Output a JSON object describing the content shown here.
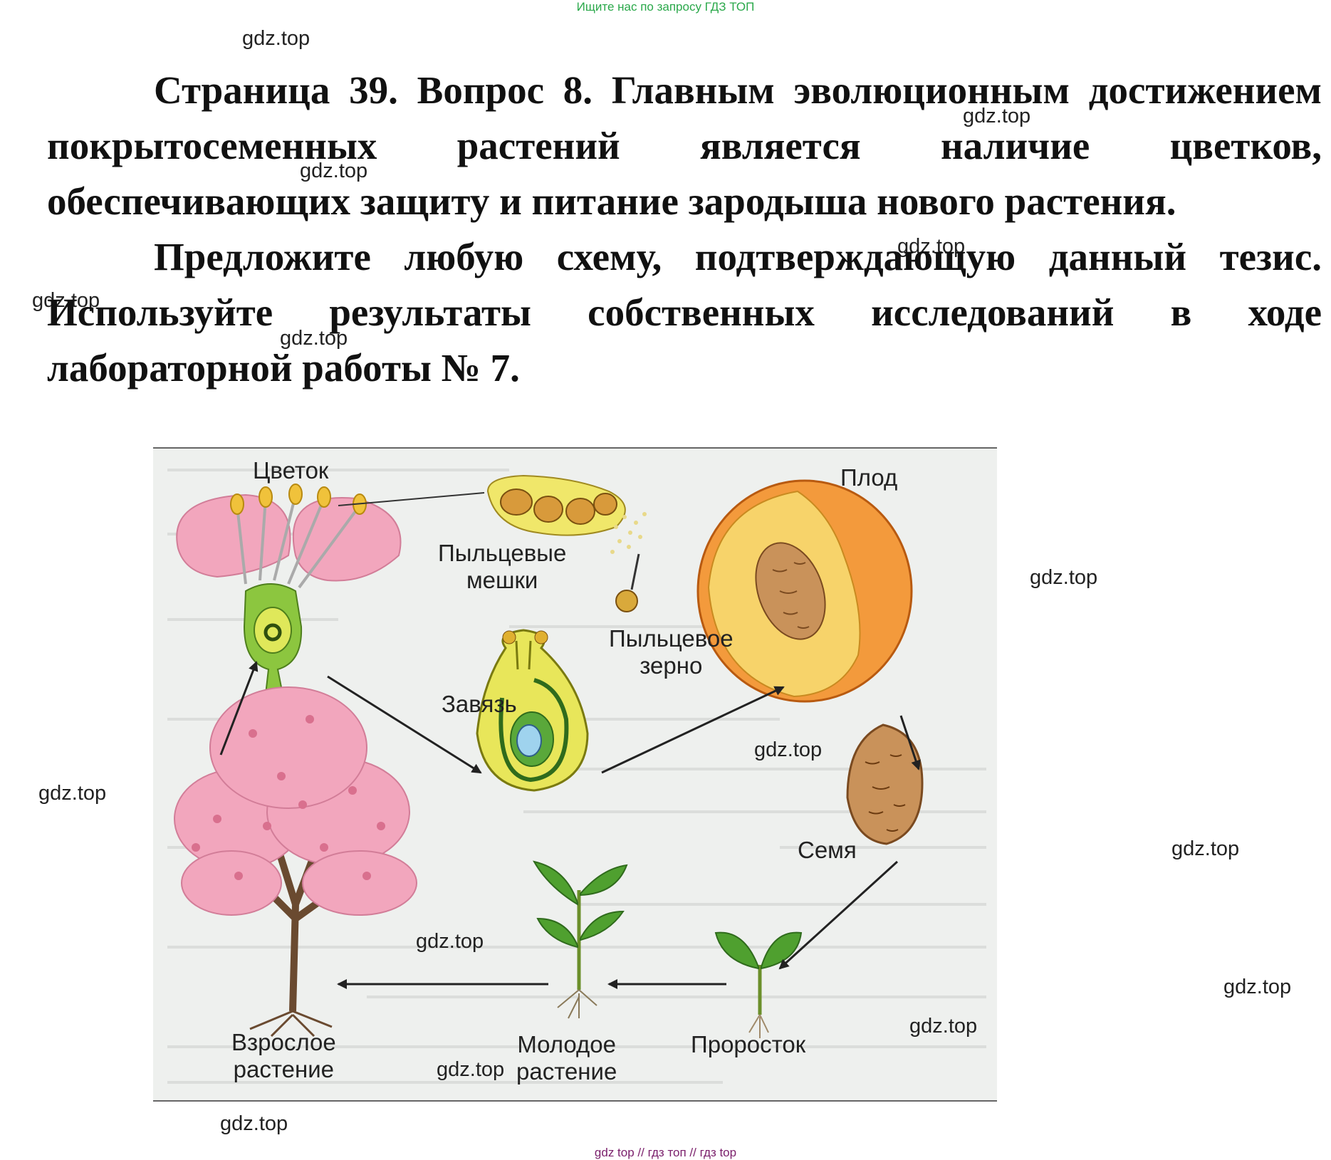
{
  "header_note": "Ищите нас по запросу ГДЗ ТОП",
  "watermark": "gdz.top",
  "paragraph1": "Страница 39. Вопрос 8. Главным эволюционным достижением покрытосеменных растений является наличие цветков, обеспечивающих защиту и питание зародыша нового растения.",
  "paragraph2": "Предложите любую схему, подтверждающую данный тезис. Используйте результаты собственных исследований в ходе лабораторной работы № 7.",
  "diagram": {
    "labels": {
      "flower": "Цветок",
      "pollen_sacs": "Пыльцевые\nмешки",
      "pollen_grain": "Пыльцевое\nзерно",
      "ovary": "Завязь",
      "fruit": "Плод",
      "seed": "Семя",
      "sprout": "Проросток",
      "young_plant": "Молодое\nрастение",
      "adult_plant": "Взрослое\nрастение"
    }
  },
  "footer": "gdz top  //  гдз топ  //  гдз top",
  "colors": {
    "petal": "#f2a6bd",
    "stem_green": "#8cc63f",
    "ovary_yellow": "#e8e65a",
    "peach_orange": "#f39a3c",
    "peach_flesh": "#f7d36a",
    "seed_brown": "#c9925a"
  }
}
